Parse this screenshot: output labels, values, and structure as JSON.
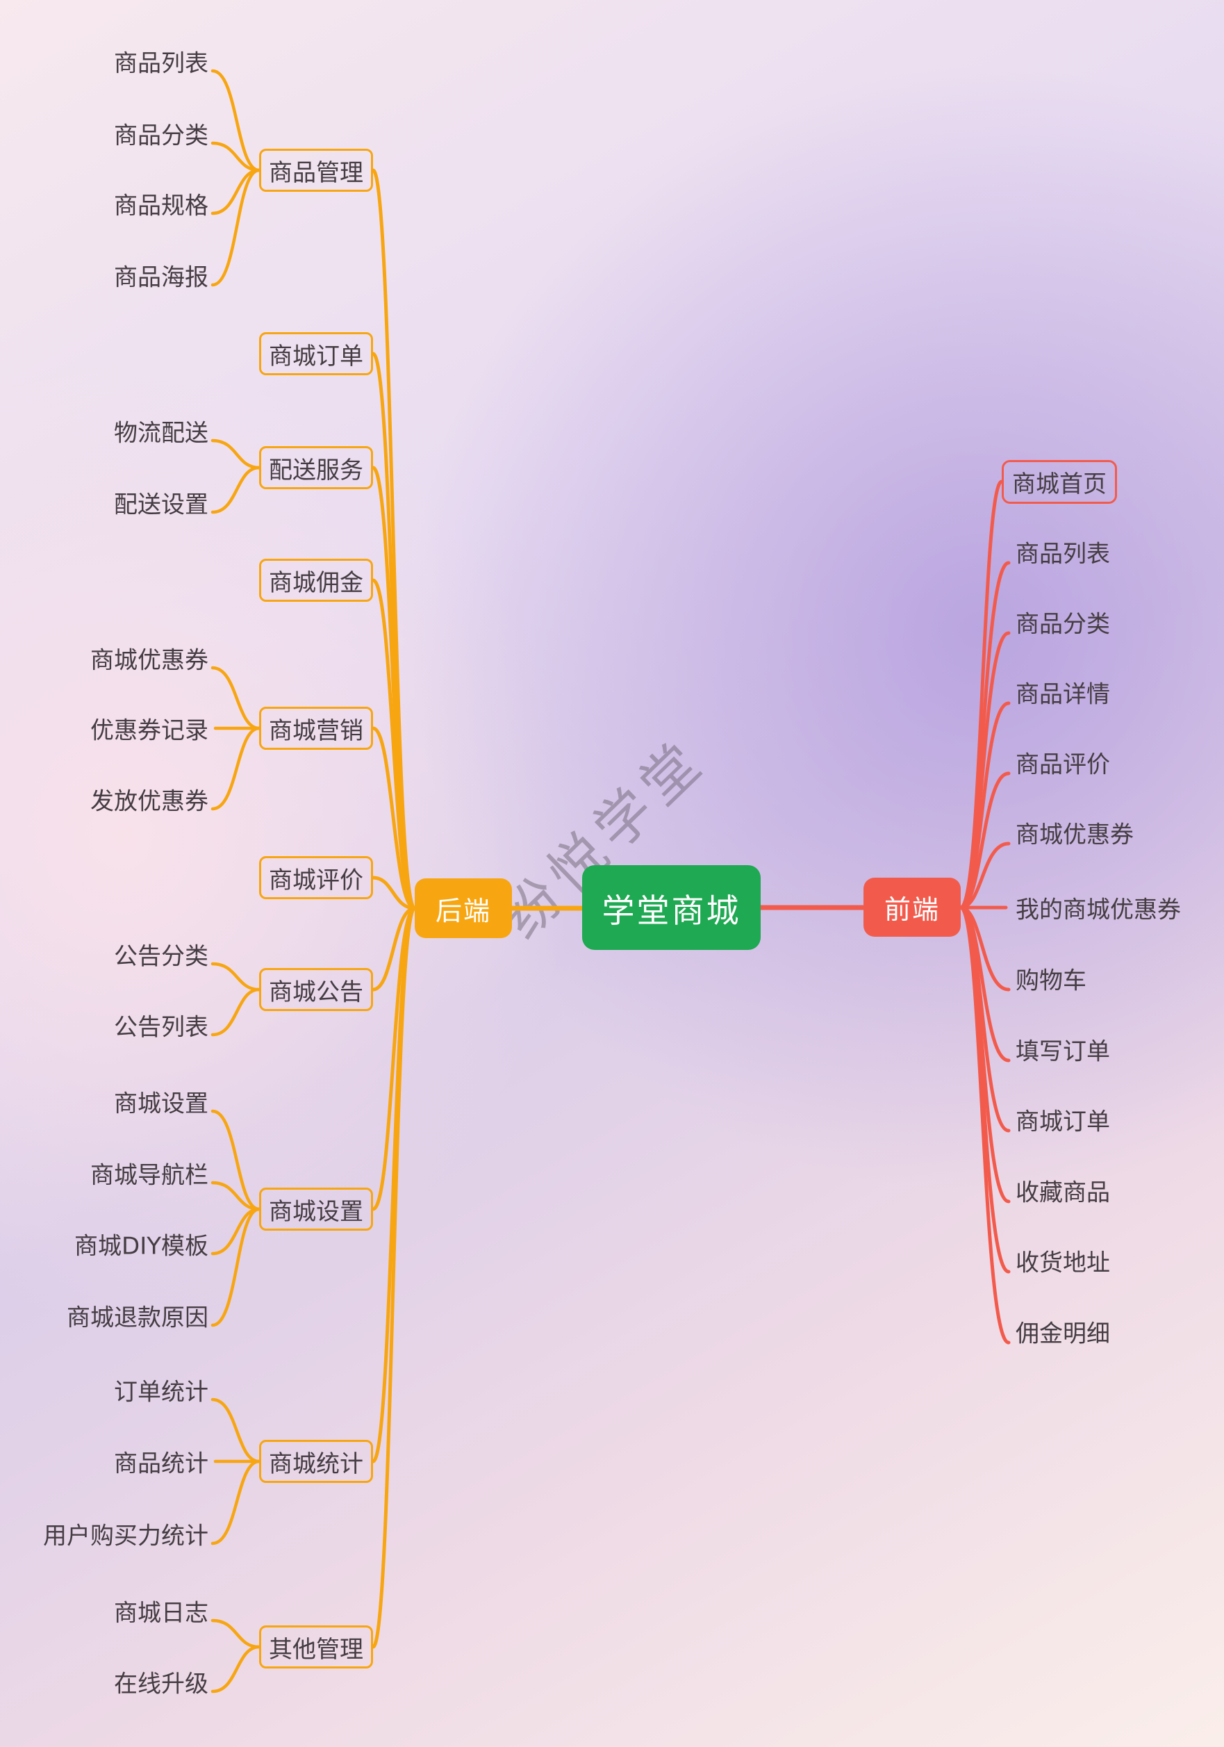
{
  "watermark": "纷悦学堂",
  "colors": {
    "root": "#1EA952",
    "backend": "#F7A612",
    "frontend": "#F25B4C",
    "ink": "#453D43"
  },
  "root": {
    "label": "学堂商城"
  },
  "backend": {
    "label": "后端",
    "groups": [
      {
        "label": "商品管理",
        "children": [
          "商品列表",
          "商品分类",
          "商品规格",
          "商品海报"
        ]
      },
      {
        "label": "商城订单",
        "children": []
      },
      {
        "label": "配送服务",
        "children": [
          "物流配送",
          "配送设置"
        ]
      },
      {
        "label": "商城佣金",
        "children": []
      },
      {
        "label": "商城营销",
        "children": [
          "商城优惠券",
          "优惠券记录",
          "发放优惠券"
        ]
      },
      {
        "label": "商城评价",
        "children": []
      },
      {
        "label": "商城公告",
        "children": [
          "公告分类",
          "公告列表"
        ]
      },
      {
        "label": "商城设置",
        "children": [
          "商城设置",
          "商城导航栏",
          "商城DIY模板",
          "商城退款原因"
        ]
      },
      {
        "label": "商城统计",
        "children": [
          "订单统计",
          "商品统计",
          "用户购买力统计"
        ]
      },
      {
        "label": "其他管理",
        "children": [
          "商城日志",
          "在线升级"
        ]
      }
    ]
  },
  "frontend": {
    "label": "前端",
    "items": [
      "商城首页",
      "商品列表",
      "商品分类",
      "商品详情",
      "商品评价",
      "商城优惠券",
      "我的商城优惠券",
      "购物车",
      "填写订单",
      "商城订单",
      "收藏商品",
      "收货地址",
      "佣金明细"
    ]
  }
}
